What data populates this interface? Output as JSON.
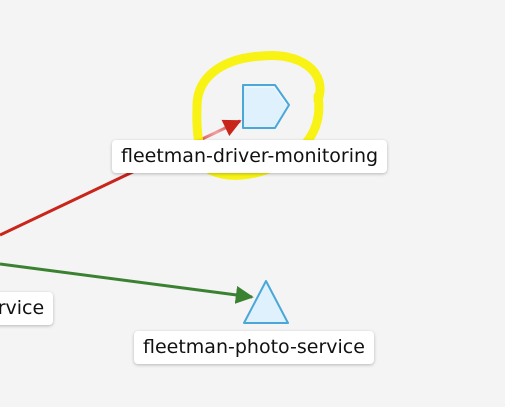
{
  "graph": {
    "nodes": [
      {
        "id": "driver",
        "label": "fleetman-driver-monitoring",
        "shape": "pentagon-tag-icon",
        "highlighted": true
      },
      {
        "id": "photo",
        "label": "fleetman-photo-service",
        "shape": "triangle-icon",
        "highlighted": false
      },
      {
        "id": "left",
        "label": "ervice",
        "shape": "none",
        "highlighted": false
      }
    ],
    "edges": [
      {
        "from": "left",
        "to": "driver",
        "color": "#c8251b",
        "status": "error"
      },
      {
        "from": "left",
        "to": "photo",
        "color": "#3b8132",
        "status": "healthy"
      }
    ]
  },
  "colors": {
    "background": "#f4f4f4",
    "node_fill": "#dff1fd",
    "node_stroke": "#4aa7d8",
    "highlight": "#f7f200",
    "edge_error": "#c8251b",
    "edge_ok": "#3b8132"
  }
}
